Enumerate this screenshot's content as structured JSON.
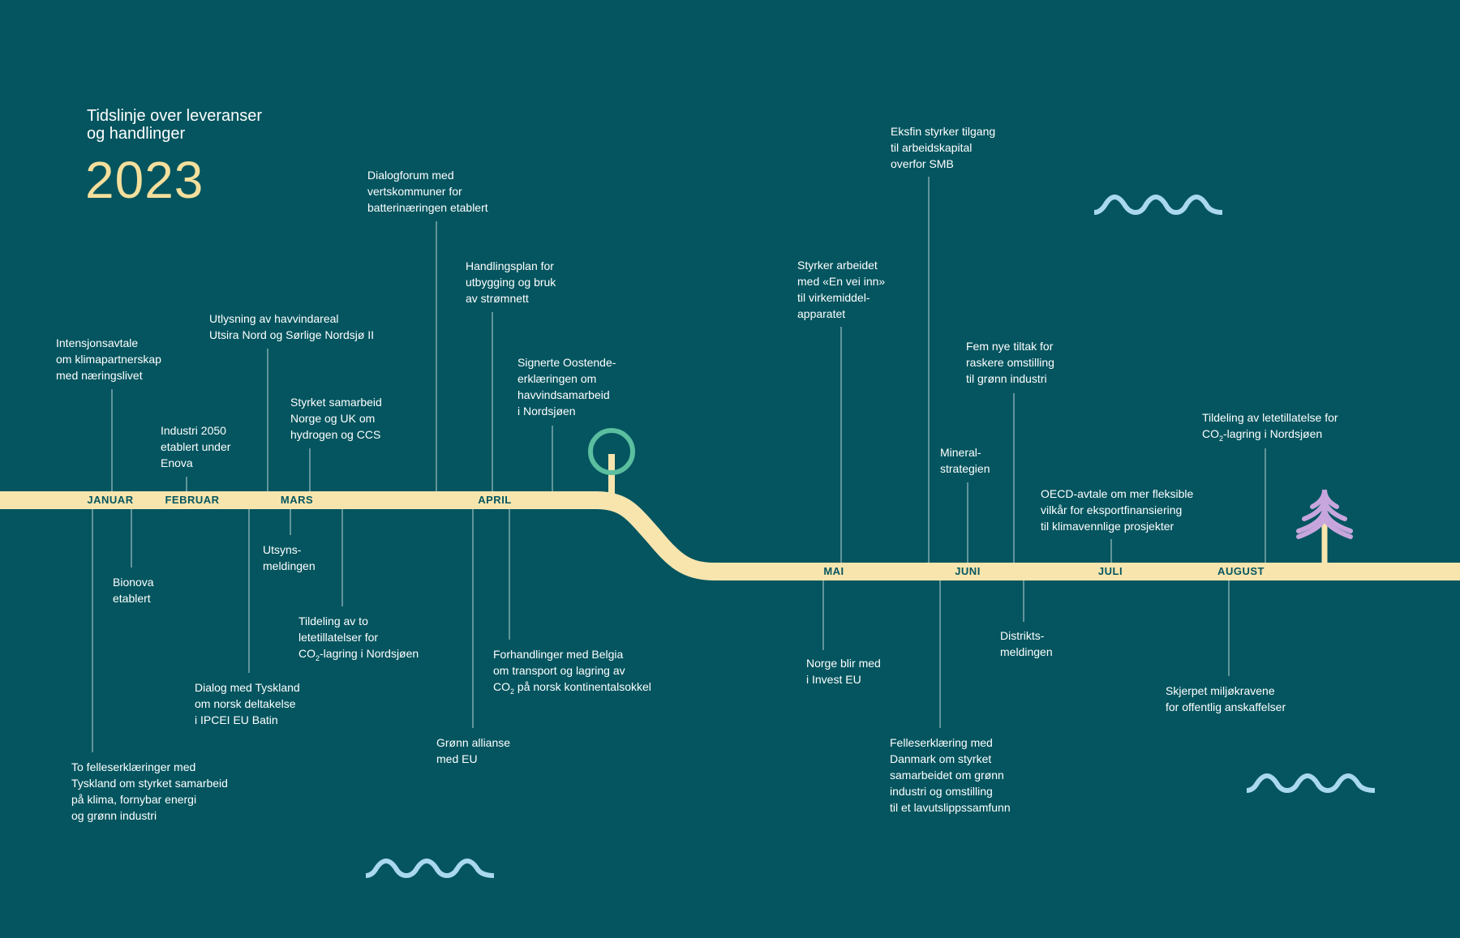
{
  "header": {
    "title_line1": "Tidslinje over leveranser",
    "title_line2": "og handlinger",
    "year": "2023"
  },
  "colors": {
    "background": "#04555f",
    "track": "#f8e5ae",
    "month_text": "#04555f",
    "year_text": "#f4df9c",
    "event_text": "#ffffff",
    "wave": "#a9d8ef",
    "tree_round": "#5bbf9f",
    "tree_fir": "#c7a6dd"
  },
  "months": [
    "JANUAR",
    "FEBRUAR",
    "MARS",
    "APRIL",
    "MAI",
    "JUNI",
    "JULI",
    "AUGUST"
  ],
  "events": {
    "e01": [
      "Intensjonsavtale",
      "om klimapartnerskap",
      "med næringslivet"
    ],
    "e02": [
      "Industri 2050",
      "etablert under",
      "Enova"
    ],
    "e03": [
      "Utlysning av havvindareal",
      "Utsira Nord og Sørlige Nordsjø II"
    ],
    "e04": [
      "Styrket samarbeid",
      "Norge og UK om",
      "hydrogen og CCS"
    ],
    "e05": [
      "Dialogforum med",
      "vertskommuner for",
      "batterinæringen etablert"
    ],
    "e06": [
      "Handlingsplan for",
      "utbygging og bruk",
      "av strømnett"
    ],
    "e07": [
      "Signerte Oostende-",
      "erklæringen om",
      "havvindsamarbeid",
      "i Nordsjøen"
    ],
    "e08": [
      "Bionova",
      "etablert"
    ],
    "e09": [
      "To felleserklæringer med",
      "Tyskland om styrket samarbeid",
      "på klima, fornybar energi",
      "og grønn industri"
    ],
    "e10": [
      "Dialog med Tyskland",
      "om norsk deltakelse",
      "i IPCEI EU Batin"
    ],
    "e11": [
      "Utsyns-",
      "meldingen"
    ],
    "e12": [
      "Tildeling av to",
      "letetillatelser for",
      "CO2-lagring i Nordsjøen"
    ],
    "e13": [
      "Grønn allianse",
      "med EU"
    ],
    "e14": [
      "Forhandlinger med Belgia",
      "om transport og lagring av",
      "CO2 på norsk kontinentalsokkel"
    ],
    "e15": [
      "Eksfin styrker tilgang",
      "til arbeidskapital",
      "overfor SMB"
    ],
    "e16": [
      "Styrker arbeidet",
      "med «En vei inn»",
      "til virkemiddel-",
      "apparatet"
    ],
    "e17": [
      "Fem nye tiltak for",
      "raskere omstilling",
      "til grønn industri"
    ],
    "e18": [
      "Mineral-",
      "strategien"
    ],
    "e19": [
      "OECD-avtale om mer fleksible",
      "vilkår for eksportfinansiering",
      "til klimavennlige prosjekter"
    ],
    "e20": [
      "Tildeling av letetillatelse for",
      "CO2-lagring i Nordsjøen"
    ],
    "e21": [
      "Norge blir med",
      "i Invest EU"
    ],
    "e22": [
      "Felleserklæring med",
      "Danmark om styrket",
      "samarbeidet om grønn",
      "industri og omstilling",
      "til et lavutslippssamfunn"
    ],
    "e23": [
      "Distrikts-",
      "meldingen"
    ],
    "e24": [
      "Skjerpet miljøkravene",
      "for offentlig anskaffelser"
    ]
  }
}
